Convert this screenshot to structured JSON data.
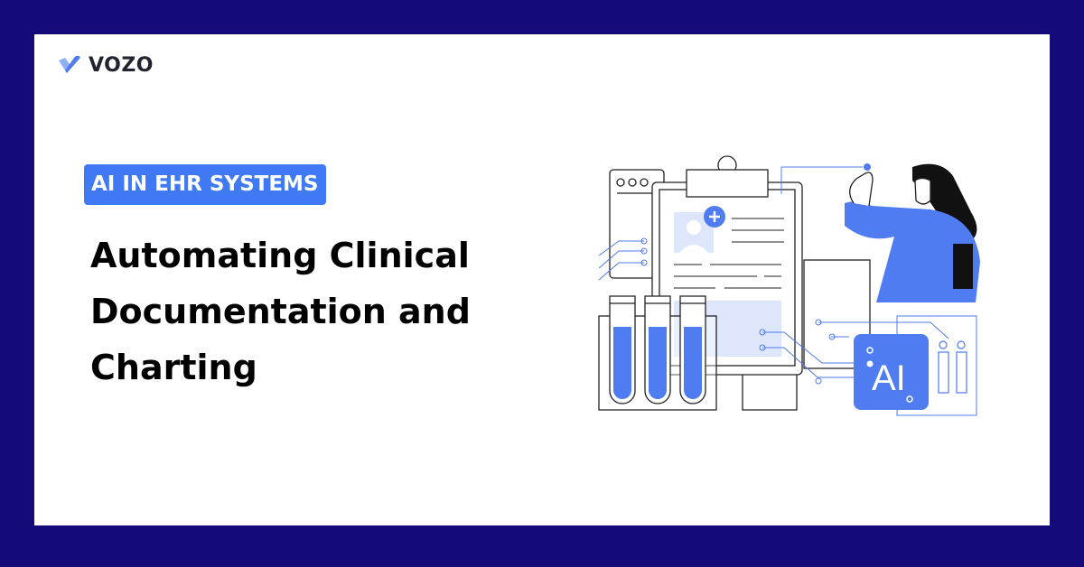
{
  "brand": {
    "name": "VOZO",
    "logo_icon": "checkmark-heart-icon"
  },
  "badge": {
    "label": "AI IN EHR SYSTEMS"
  },
  "headline": {
    "title": "Automating Clinical Documentation and Charting"
  },
  "illustration": {
    "ai_label": "AI",
    "icon": "clinical-ai-illustration"
  },
  "colors": {
    "background": "#140a7a",
    "accent": "#3f7af4",
    "illustration_blue": "#5079ee",
    "light_blue": "#dde6fb"
  }
}
